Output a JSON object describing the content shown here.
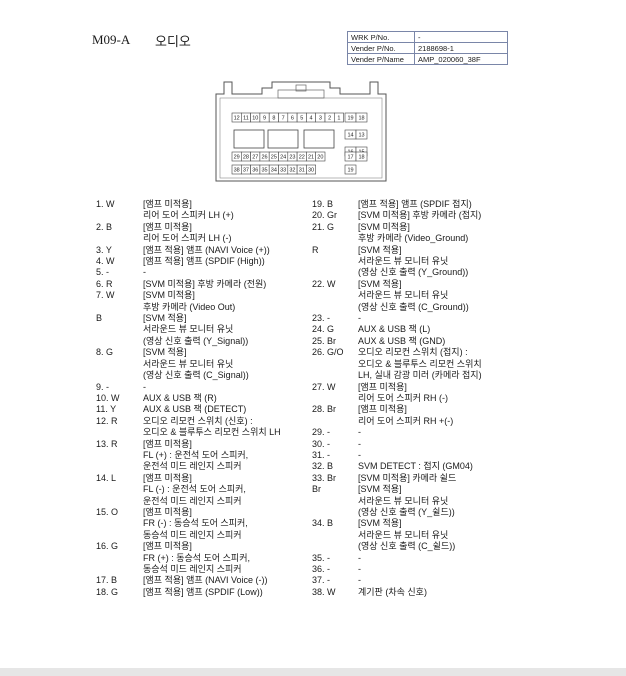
{
  "header": {
    "code": "M09-A",
    "title": "오디오"
  },
  "info_table": [
    {
      "label": "WRK P/No.",
      "value": "-"
    },
    {
      "label": "Vender P/No.",
      "value": "2188698-1"
    },
    {
      "label": "Vender P/Name",
      "value": "AMP_020060_38F"
    }
  ],
  "connector": {
    "row1": [
      "12",
      "11",
      "10",
      "9",
      "8",
      "7",
      "6",
      "5",
      "4",
      "3",
      "2",
      "1"
    ],
    "side_upper": [
      [
        "19",
        "18"
      ],
      [
        "14",
        "13"
      ],
      [
        "16",
        "15"
      ]
    ],
    "row_mid": [
      "29",
      "28",
      "27",
      "26",
      "25",
      "24",
      "23",
      "22",
      "21",
      "20"
    ],
    "row_low": [
      "38",
      "37",
      "36",
      "35",
      "34",
      "33",
      "32",
      "31",
      "30",
      "17"
    ]
  },
  "left_pins": [
    {
      "num": "1. W",
      "lines": [
        "[앰프 미적용]",
        "리어 도어 스피커 LH (+)"
      ]
    },
    {
      "num": "2. B",
      "lines": [
        "[앰프 미적용]",
        "리어 도어 스피커 LH (-)"
      ]
    },
    {
      "num": "3. Y",
      "lines": [
        "[앰프 적용] 앰프 (NAVI Voice (+))"
      ]
    },
    {
      "num": "4. W",
      "lines": [
        "[앰프 적용] 앰프 (SPDIF (High))"
      ]
    },
    {
      "num": "5. -",
      "lines": [
        "-"
      ]
    },
    {
      "num": "6. R",
      "lines": [
        "[SVM 미적용] 후방 카메라 (전원)"
      ]
    },
    {
      "num": "7. W",
      "lines": [
        "[SVM 미적용]",
        "후방 카메라 (Video Out)"
      ]
    },
    {
      "num": "B",
      "lines": [
        "[SVM 적용]",
        "서라운드 뷰 모니터 유닛",
        "(영상 신호 출력 (Y_Signal))"
      ]
    },
    {
      "num": "8. G",
      "lines": [
        "[SVM 적용]",
        "서라운드 뷰 모니터 유닛",
        "(영상 신호 출력 (C_Signal))"
      ]
    },
    {
      "num": "9. -",
      "lines": [
        "-"
      ]
    },
    {
      "num": "10. W",
      "lines": [
        "AUX & USB 잭 (R)"
      ]
    },
    {
      "num": "11. Y",
      "lines": [
        "AUX & USB 잭 (DETECT)"
      ]
    },
    {
      "num": "12. R",
      "lines": [
        "오디오 리모컨 스위치 (신호) :",
        "오디오 & 블루투스 리모컨 스위치 LH"
      ]
    },
    {
      "num": "13. R",
      "lines": [
        "[앰프 미적용]",
        "FL (+) : 운전석 도어 스피커,",
        "운전석 미드 레인지 스피커"
      ]
    },
    {
      "num": "14. L",
      "lines": [
        "[앰프 미적용]",
        "FL (-) : 운전석 도어 스피커,",
        "운전석 미드 레인지 스피커"
      ]
    },
    {
      "num": "15. O",
      "lines": [
        "[앰프 미적용]",
        "FR (-) : 동승석 도어 스피커,",
        "동승석 미드 레인지 스피커"
      ]
    },
    {
      "num": "16. G",
      "lines": [
        "[앰프 미적용]",
        "FR (+) : 동승석 도어 스피커,",
        "동승석 미드 레인지 스피커"
      ]
    },
    {
      "num": "17. B",
      "lines": [
        "[앰프 적용] 앰프 (NAVI Voice (-))"
      ]
    },
    {
      "num": "18. G",
      "lines": [
        "[앰프 적용] 앰프 (SPDIF (Low))"
      ]
    }
  ],
  "right_pins": [
    {
      "num": "19. B",
      "lines": [
        "[앰프 적용] 앰프 (SPDIF 접지)"
      ]
    },
    {
      "num": "20. Gr",
      "lines": [
        "[SVM 미적용] 후방 카메라 (접지)"
      ]
    },
    {
      "num": "21. G",
      "lines": [
        "[SVM 미적용]",
        "후방 카메라 (Video_Ground)"
      ]
    },
    {
      "num": "R",
      "lines": [
        "[SVM 적용]",
        "서라운드 뷰 모니터 유닛",
        "(영상 신호 출력 (Y_Ground))"
      ]
    },
    {
      "num": "22. W",
      "lines": [
        "[SVM 적용]",
        "서라운드 뷰 모니터 유닛",
        "(영상 신호 출력 (C_Ground))"
      ]
    },
    {
      "num": "23. -",
      "lines": [
        "-"
      ]
    },
    {
      "num": "24. G",
      "lines": [
        "AUX & USB 잭 (L)"
      ]
    },
    {
      "num": "25. Br",
      "lines": [
        "AUX & USB 잭 (GND)"
      ]
    },
    {
      "num": "26. G/O",
      "lines": [
        "오디오 리모컨 스위치 (접지) :",
        "오디오 & 블루투스 리모컨 스위치",
        "LH, 실내 감광 미러 (카메라 접지)"
      ]
    },
    {
      "num": "27. W",
      "lines": [
        "[앰프 미적용]",
        "리어 도어 스피커 RH (-)"
      ]
    },
    {
      "num": "28. Br",
      "lines": [
        "[앰프 미적용]",
        "리어 도어 스피커 RH +(-)"
      ]
    },
    {
      "num": "29. -",
      "lines": [
        "-"
      ]
    },
    {
      "num": "30. -",
      "lines": [
        "-"
      ]
    },
    {
      "num": "31. -",
      "lines": [
        "-"
      ]
    },
    {
      "num": "32. B",
      "lines": [
        "SVM DETECT : 접지 (GM04)"
      ]
    },
    {
      "num": "33. Br",
      "lines": [
        "[SVM 미적용] 카메라 쉴드"
      ]
    },
    {
      "num": "Br",
      "lines": [
        "[SVM 적용]",
        "서라운드 뷰 모니터 유닛",
        "(영상 신호 출력 (Y_쉴드))"
      ]
    },
    {
      "num": "34. B",
      "lines": [
        "[SVM 적용]",
        "서라운드 뷰 모니터 유닛",
        "(영상 신호 출력 (C_쉴드))"
      ]
    },
    {
      "num": "35. -",
      "lines": [
        "-"
      ]
    },
    {
      "num": "36. -",
      "lines": [
        "-"
      ]
    },
    {
      "num": "37. -",
      "lines": [
        "-"
      ]
    },
    {
      "num": "38. W",
      "lines": [
        "계기판 (차속 신호)"
      ]
    }
  ]
}
